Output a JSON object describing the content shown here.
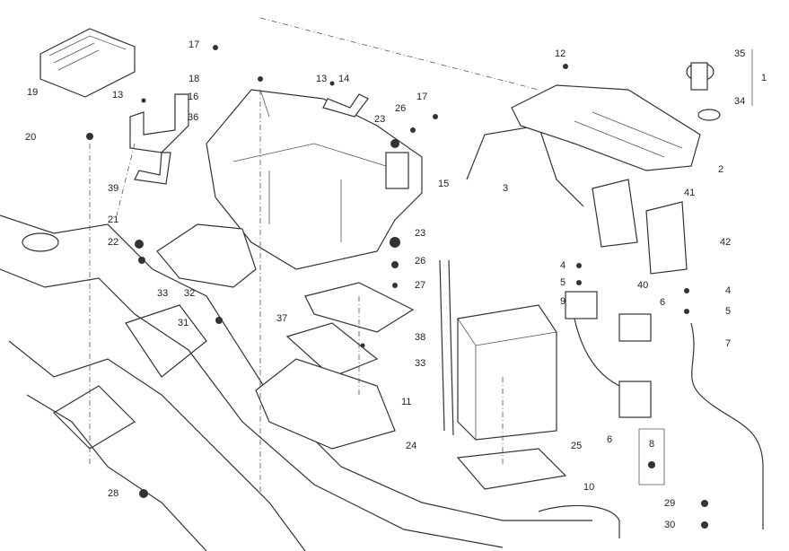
{
  "diagram": {
    "title": "Battery holder exploded parts view",
    "callouts": [
      "19",
      "17",
      "18",
      "13",
      "16",
      "36",
      "20",
      "39",
      "14",
      "13",
      "23",
      "26",
      "17",
      "12",
      "35",
      "1",
      "34",
      "2",
      "3",
      "15",
      "41",
      "42",
      "21",
      "22",
      "33",
      "32",
      "23",
      "26",
      "27",
      "4",
      "5",
      "9",
      "40",
      "6",
      "4",
      "5",
      "7",
      "31",
      "37",
      "38",
      "33",
      "11",
      "25",
      "6",
      "8",
      "24",
      "10",
      "28",
      "29",
      "30"
    ]
  }
}
